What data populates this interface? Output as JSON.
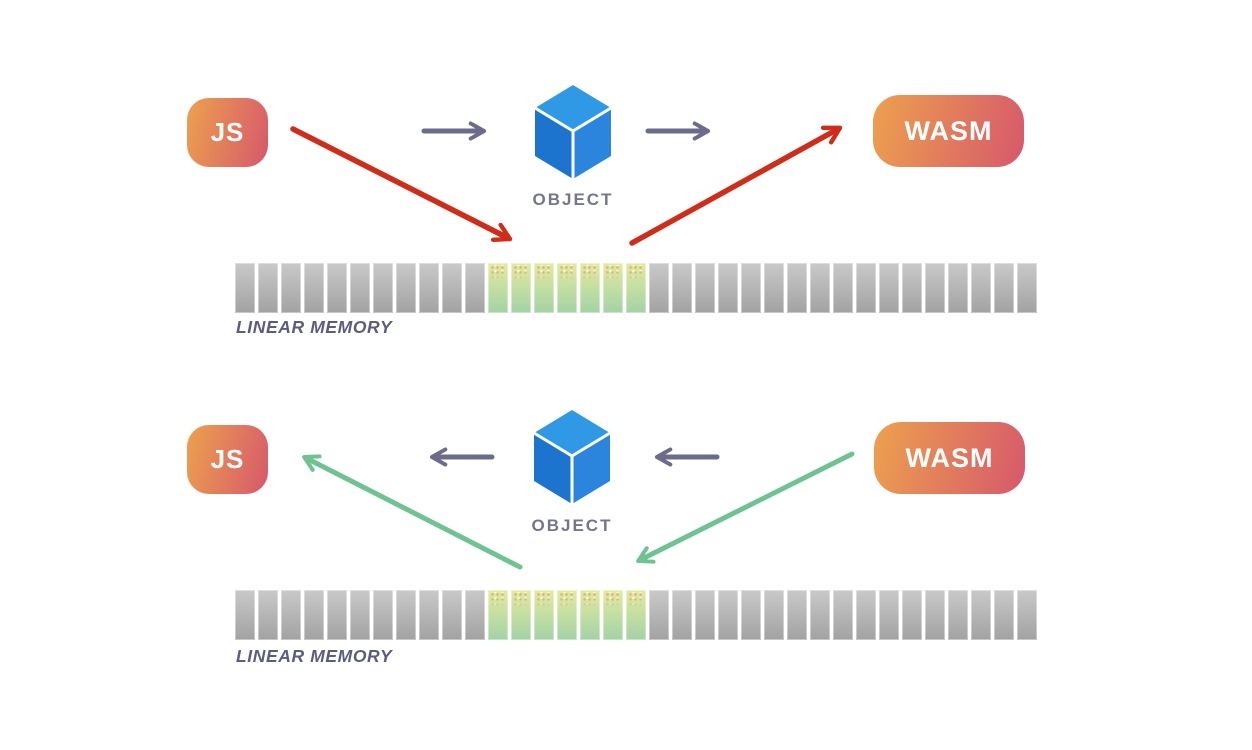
{
  "colors": {
    "badge-gradient-start": "#eda14e",
    "badge-gradient-end": "#d6586c",
    "arrow-purple": "#6b6b8d",
    "arrow-red": "#cf2d19",
    "arrow-green": "#6ec390",
    "cube-top": "#2f99e5",
    "cube-left": "#1d74ce",
    "cube-right": "#2b85dc",
    "object-label-color": "#75758e",
    "memory-label-color": "#5c5c82",
    "cell-gray-top": "#c9c9c9",
    "cell-gray-bottom": "#a2a2a2",
    "cell-green-top": "#e3eb9d",
    "cell-green-bottom": "#a3d2a6",
    "background": "#ffffff"
  },
  "memory": {
    "cells_total": 35,
    "highlight_start": 11,
    "highlight_count": 7
  },
  "panels": [
    {
      "source_label": "JS",
      "object_label": "OBJECT",
      "target_label": "WASM",
      "memory_label": "LINEAR MEMORY"
    },
    {
      "source_label": "JS",
      "object_label": "OBJECT",
      "target_label": "WASM",
      "memory_label": "LINEAR MEMORY"
    }
  ]
}
